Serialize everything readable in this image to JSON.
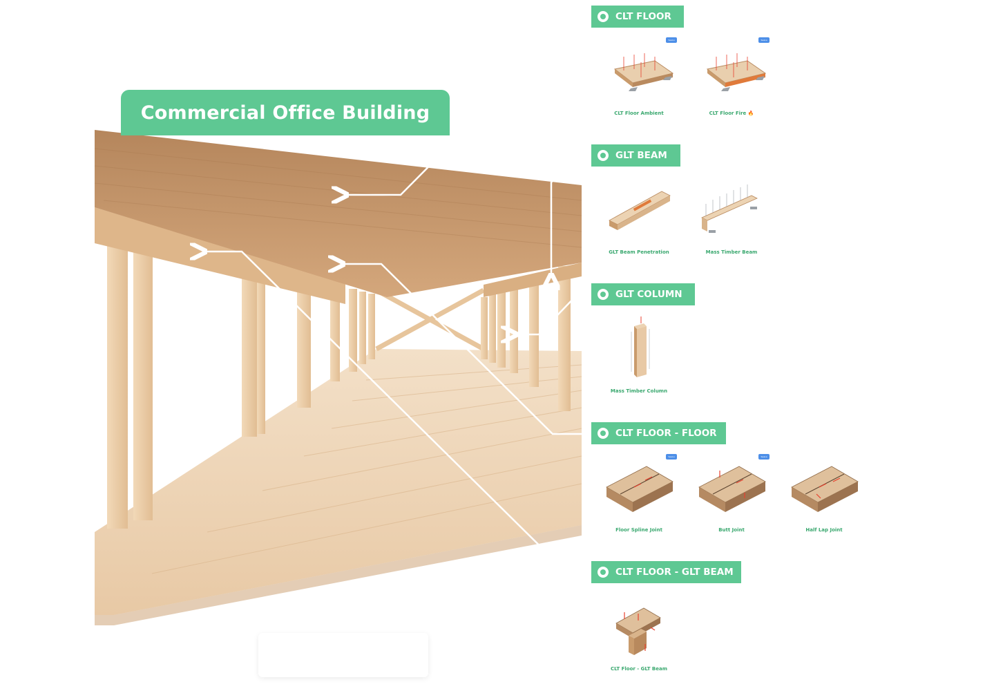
{
  "title": "Commercial Office Building",
  "sections": [
    {
      "label": "CLT FLOOR",
      "cards": [
        {
          "label": "CLT Floor Ambient",
          "icon": "clt-panel-test-icon",
          "badge": "SeeLa"
        },
        {
          "label": "CLT Floor Fire 🔥",
          "icon": "clt-panel-test-icon",
          "badge": "SeeLa"
        }
      ]
    },
    {
      "label": "GLT BEAM",
      "cards": [
        {
          "label": "GLT Beam Penetration",
          "icon": "glt-beam-icon"
        },
        {
          "label": "Mass Timber Beam",
          "icon": "loaded-beam-icon"
        }
      ]
    },
    {
      "label": "GLT COLUMN",
      "cards": [
        {
          "label": "Mass Timber Column",
          "icon": "column-icon"
        }
      ]
    },
    {
      "label": "CLT FLOOR - FLOOR",
      "cards": [
        {
          "label": "Floor Spline Joint",
          "icon": "floor-joint-icon",
          "badge": "SeeLa"
        },
        {
          "label": "Butt Joint",
          "icon": "floor-joint-icon",
          "badge": "SeeLa"
        },
        {
          "label": "Half Lap Joint",
          "icon": "floor-joint-icon"
        }
      ]
    },
    {
      "label": "CLT FLOOR - GLT BEAM",
      "cards": [
        {
          "label": "CLT Floor - GLT Beam",
          "icon": "floor-beam-connection-icon"
        }
      ]
    }
  ],
  "colors": {
    "accent": "#5ec893",
    "label_text": "#3aa86f",
    "wood_light": "#e9cfae",
    "wood_dark": "#b98a5f",
    "arrow_red": "#e8412f",
    "badge_blue": "#4d8fe8"
  }
}
